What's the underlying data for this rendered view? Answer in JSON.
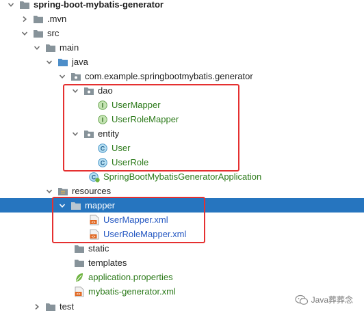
{
  "tree": {
    "nodes": [
      {
        "id": "root",
        "label": "spring-boot-mybatis-generator",
        "icon": "folder-icon",
        "state": "expanded",
        "bold": true
      },
      {
        "id": "mvn",
        "label": ".mvn",
        "icon": "folder-icon",
        "state": "collapsed"
      },
      {
        "id": "src",
        "label": "src",
        "icon": "folder-icon",
        "state": "expanded"
      },
      {
        "id": "main",
        "label": "main",
        "icon": "folder-icon",
        "state": "expanded"
      },
      {
        "id": "java",
        "label": "java",
        "icon": "source-folder-icon",
        "state": "expanded"
      },
      {
        "id": "package",
        "label": "com.example.springbootmybatis.generator",
        "icon": "package-icon",
        "state": "expanded"
      },
      {
        "id": "dao",
        "label": "dao",
        "icon": "package-icon",
        "state": "expanded"
      },
      {
        "id": "usermapper",
        "label": "UserMapper",
        "icon": "interface-icon",
        "state": "leaf",
        "color": "green"
      },
      {
        "id": "userrolemapper",
        "label": "UserRoleMapper",
        "icon": "interface-icon",
        "state": "leaf",
        "color": "green"
      },
      {
        "id": "entity",
        "label": "entity",
        "icon": "package-icon",
        "state": "expanded"
      },
      {
        "id": "user",
        "label": "User",
        "icon": "class-icon",
        "state": "leaf",
        "color": "green"
      },
      {
        "id": "userrole",
        "label": "UserRole",
        "icon": "class-icon",
        "state": "leaf",
        "color": "green"
      },
      {
        "id": "app",
        "label": "SpringBootMybatisGeneratorApplication",
        "icon": "spring-boot-class-icon",
        "state": "leaf",
        "color": "green"
      },
      {
        "id": "resources",
        "label": "resources",
        "icon": "resources-folder-icon",
        "state": "expanded"
      },
      {
        "id": "mapper",
        "label": "mapper",
        "icon": "folder-icon",
        "state": "expanded",
        "selected": true
      },
      {
        "id": "usermapperxml",
        "label": "UserMapper.xml",
        "icon": "xml-file-icon",
        "state": "leaf",
        "color": "blue"
      },
      {
        "id": "userrolemapperxml",
        "label": "UserRoleMapper.xml",
        "icon": "xml-file-icon",
        "state": "leaf",
        "color": "blue"
      },
      {
        "id": "static",
        "label": "static",
        "icon": "folder-icon",
        "state": "leaf"
      },
      {
        "id": "templates",
        "label": "templates",
        "icon": "folder-icon",
        "state": "leaf"
      },
      {
        "id": "appprops",
        "label": "application.properties",
        "icon": "spring-properties-icon",
        "state": "leaf",
        "color": "green"
      },
      {
        "id": "genxml",
        "label": "mybatis-generator.xml",
        "icon": "xml-file-icon",
        "state": "leaf",
        "color": "green"
      },
      {
        "id": "test",
        "label": "test",
        "icon": "folder-icon",
        "state": "collapsed"
      }
    ]
  },
  "watermark": {
    "text": "Java葬葬念",
    "icon": "wechat-icon"
  },
  "colors": {
    "selection": "#2675bf",
    "highlight_box": "#e53030",
    "vcs_added_green": "#2c7a1a",
    "vcs_modified_blue": "#2457c2"
  }
}
